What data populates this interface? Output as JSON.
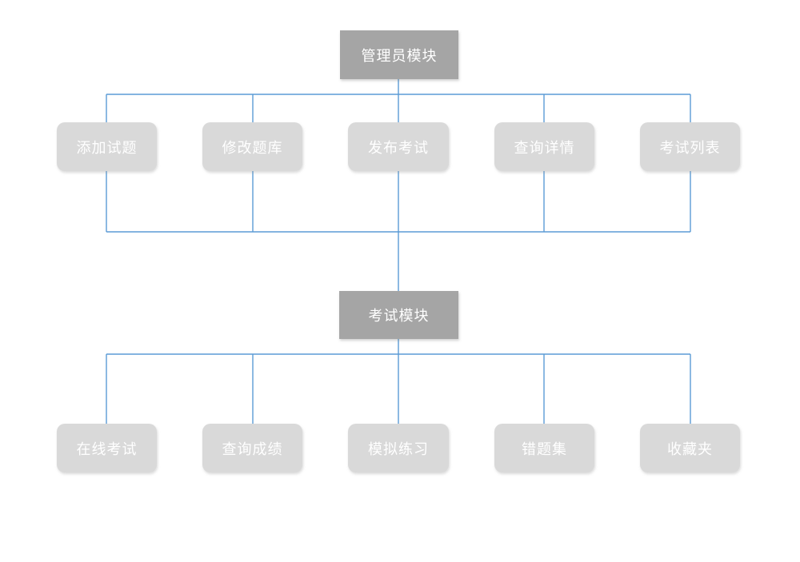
{
  "admin_module": {
    "title": "管理员模块",
    "children": [
      "添加试题",
      "修改题库",
      "发布考试",
      "查询详情",
      "考试列表"
    ]
  },
  "exam_module": {
    "title": "考试模块",
    "children": [
      "在线考试",
      "查询成绩",
      "模拟练习",
      "错题集",
      "收藏夹"
    ]
  },
  "colors": {
    "connector": "#5b9bd5",
    "head_fill": "#a5a5a5",
    "leaf_fill": "#d9d9d9",
    "text": "#ffffff"
  }
}
